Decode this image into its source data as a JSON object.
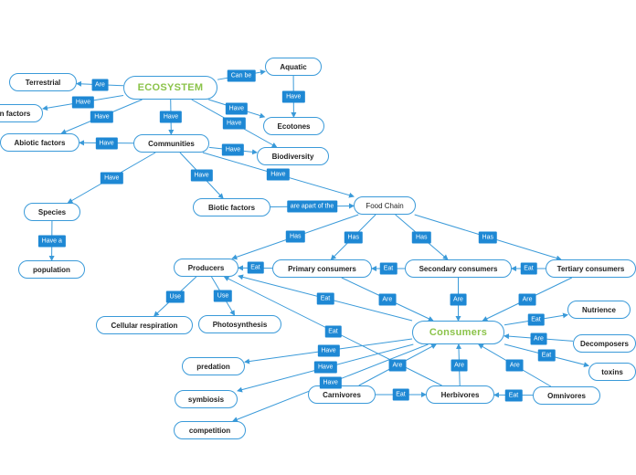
{
  "theme": {
    "accent": "#1e88d4",
    "node_border": "#3a9ad9",
    "root_text": "#8bc34a",
    "text": "#1f1f1f"
  },
  "nodes": {
    "ecosystem": "ECOSYSTEM",
    "terrestrial": "Terrestrial",
    "aquatic": "Aquatic",
    "n_factors": "n factors",
    "ecotones": "Ecotones",
    "abiotic": "Abiotic factors",
    "communities": "Communities",
    "biodiversity": "Biodiversity",
    "species": "Species",
    "biotic": "Biotic factors",
    "foodchain": "Food Chain",
    "population": "population",
    "producers": "Producers",
    "primary": "Primary consumers",
    "secondary": "Secondary consumers",
    "tertiary": "Tertiary consumers",
    "cellular": "Cellular respiration",
    "photosynthesis": "Photosynthesis",
    "consumers": "Consumers",
    "nutrience": "Nutrience",
    "decomposers": "Decomposers",
    "toxins": "toxins",
    "predation": "predation",
    "symbiosis": "symbiosis",
    "carnivores": "Carnivores",
    "herbivores": "Herbivores",
    "omnivores": "Omnivores",
    "competition": "competition"
  },
  "edges": [
    {
      "from": "ecosystem",
      "to": "terrestrial",
      "label": "Are"
    },
    {
      "from": "ecosystem",
      "to": "aquatic",
      "label": "Can be"
    },
    {
      "from": "ecosystem",
      "to": "n_factors",
      "label": "Have"
    },
    {
      "from": "ecosystem",
      "to": "abiotic",
      "label": "Have"
    },
    {
      "from": "ecosystem",
      "to": "communities",
      "label": "Have"
    },
    {
      "from": "ecosystem",
      "to": "ecotones",
      "label": "Have"
    },
    {
      "from": "ecosystem",
      "to": "biodiversity",
      "label": "Have"
    },
    {
      "from": "aquatic",
      "to": "ecotones",
      "label": "Have"
    },
    {
      "from": "communities",
      "to": "abiotic",
      "label": "Have"
    },
    {
      "from": "communities",
      "to": "biodiversity",
      "label": "Have"
    },
    {
      "from": "communities",
      "to": "species",
      "label": "Have"
    },
    {
      "from": "communities",
      "to": "biotic",
      "label": "Have"
    },
    {
      "from": "communities",
      "to": "foodchain",
      "label": "Have"
    },
    {
      "from": "species",
      "to": "population",
      "label": "Have a"
    },
    {
      "from": "biotic",
      "to": "foodchain",
      "label": "are apart of the"
    },
    {
      "from": "foodchain",
      "to": "producers",
      "label": "Has"
    },
    {
      "from": "foodchain",
      "to": "primary",
      "label": "Has"
    },
    {
      "from": "foodchain",
      "to": "secondary",
      "label": "Has"
    },
    {
      "from": "foodchain",
      "to": "tertiary",
      "label": "Has"
    },
    {
      "from": "primary",
      "to": "producers",
      "label": "Eat"
    },
    {
      "from": "secondary",
      "to": "primary",
      "label": "Eat"
    },
    {
      "from": "tertiary",
      "to": "secondary",
      "label": "Eat"
    },
    {
      "from": "producers",
      "to": "cellular",
      "label": "Use"
    },
    {
      "from": "producers",
      "to": "photosynthesis",
      "label": "Use"
    },
    {
      "from": "primary",
      "to": "consumers",
      "label": "Are"
    },
    {
      "from": "secondary",
      "to": "consumers",
      "label": "Are"
    },
    {
      "from": "tertiary",
      "to": "consumers",
      "label": "Are"
    },
    {
      "from": "consumers",
      "to": "nutrience",
      "label": "Eat"
    },
    {
      "from": "decomposers",
      "to": "consumers",
      "label": "Are"
    },
    {
      "from": "consumers",
      "to": "toxins",
      "label": "Eat"
    },
    {
      "from": "consumers",
      "to": "producers",
      "label": "Eat"
    },
    {
      "from": "herbivores",
      "to": "producers",
      "label": "Eat"
    },
    {
      "from": "consumers",
      "to": "predation",
      "label": "Have"
    },
    {
      "from": "consumers",
      "to": "symbiosis",
      "label": "Have"
    },
    {
      "from": "consumers",
      "to": "competition",
      "label": "Have"
    },
    {
      "from": "carnivores",
      "to": "consumers",
      "label": "Are"
    },
    {
      "from": "herbivores",
      "to": "consumers",
      "label": "Are"
    },
    {
      "from": "omnivores",
      "to": "consumers",
      "label": "Are"
    },
    {
      "from": "carnivores",
      "to": "herbivores",
      "label": "Eat"
    },
    {
      "from": "omnivores",
      "to": "herbivores",
      "label": "Eat"
    }
  ]
}
